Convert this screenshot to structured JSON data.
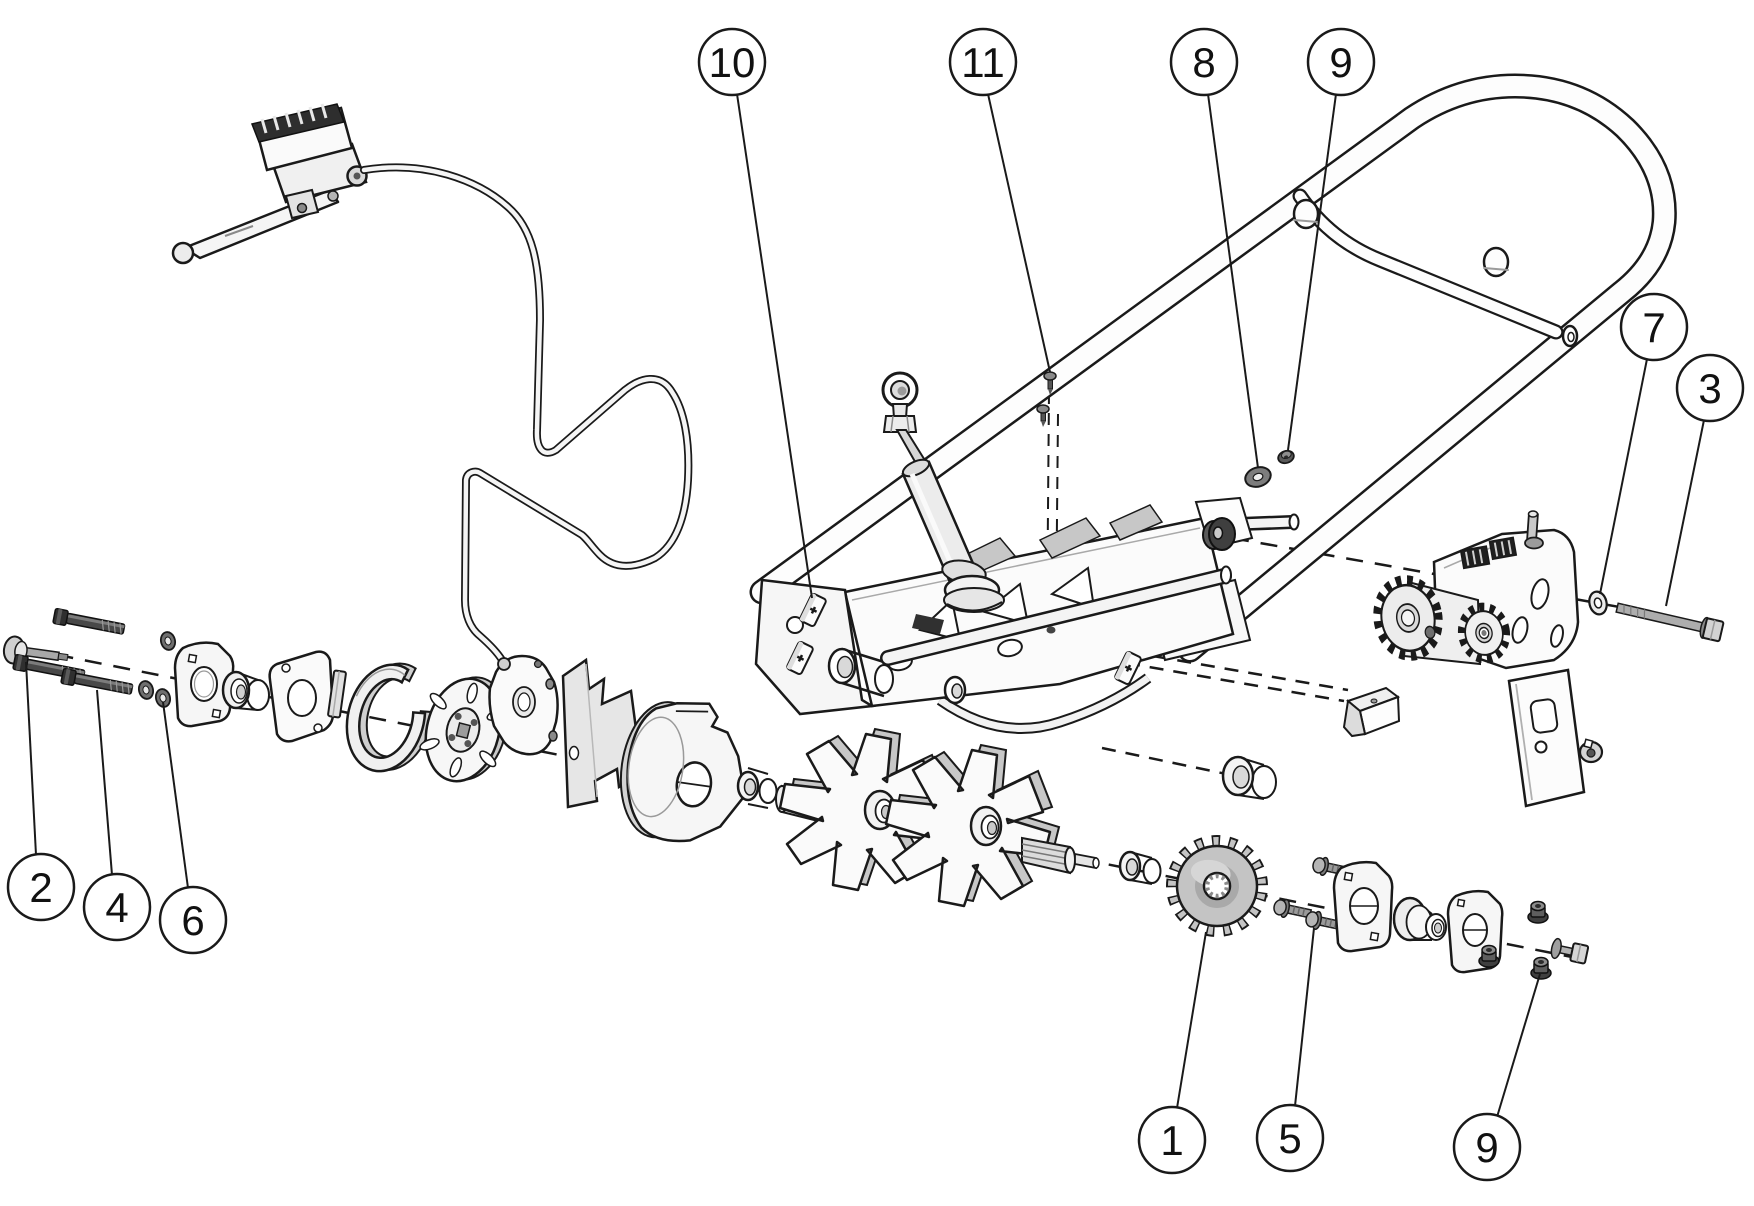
{
  "diagram": {
    "kind": "exploded-parts-diagram",
    "background": "#ffffff",
    "line_color": "#1a1a1a",
    "shade_light": "#e8e8e8",
    "shade_mid": "#c4c4c4",
    "shade_dark": "#4a4a4a"
  },
  "callouts": [
    {
      "label": "10",
      "target": "mounting-clips"
    },
    {
      "label": "11",
      "target": "self-tapping-screws"
    },
    {
      "label": "8",
      "target": "frame-washer"
    },
    {
      "label": "9",
      "target": "frame-flange-nut"
    },
    {
      "label": "7",
      "target": "jackshaft-washer"
    },
    {
      "label": "3",
      "target": "jackshaft-hex-bolt"
    },
    {
      "label": "2",
      "target": "axle-shoulder-bolt"
    },
    {
      "label": "4",
      "target": "hex-head-bolts"
    },
    {
      "label": "6",
      "target": "flat-washers"
    },
    {
      "label": "1",
      "target": "drive-sprocket"
    },
    {
      "label": "5",
      "target": "flange-head-bolts"
    },
    {
      "label": "9",
      "target": "axle-flange-nuts"
    }
  ],
  "assemblies": [
    "brake-lever-master-cylinder",
    "brake-hose",
    "brake-caliper",
    "brake-rotor",
    "brake-shoes",
    "handlebar-frame",
    "frame-cross-shaft",
    "rubber-bumper",
    "subframe-bracket",
    "shock-absorber",
    "tine-shaft-with-star-wheels",
    "bearing-flange-sets",
    "drive-sprocket",
    "jackshaft-chain-case",
    "dust-cover-plate",
    "keyed-lock-nut",
    "wedge-spacer",
    "spacer-plate",
    "drum-housing"
  ]
}
